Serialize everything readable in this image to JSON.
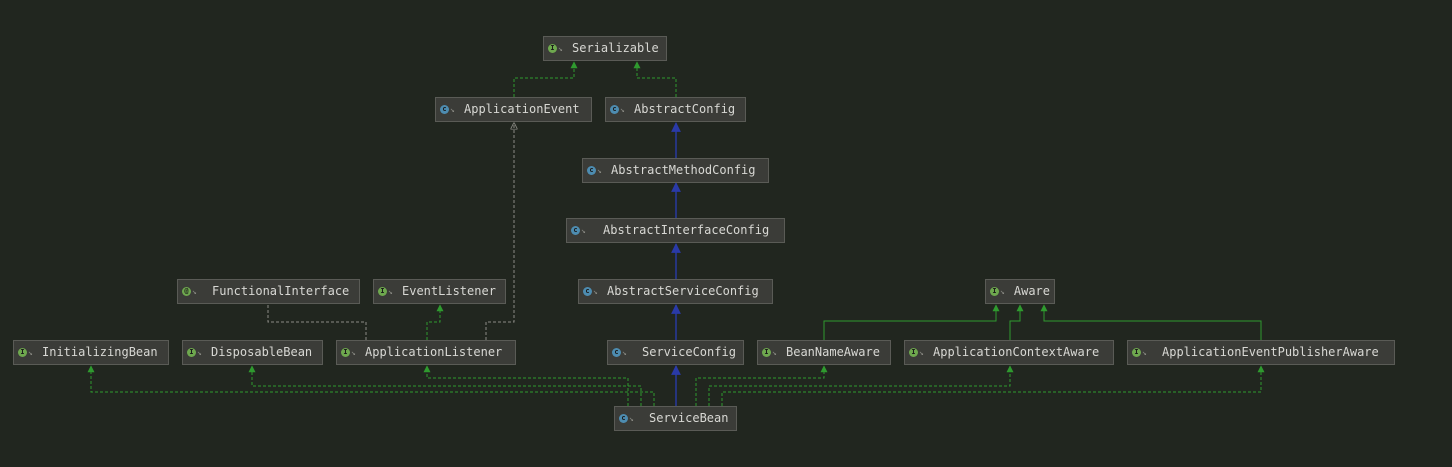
{
  "nodes": {
    "serializable": {
      "label": "Serializable",
      "kind": "interface"
    },
    "application_event": {
      "label": "ApplicationEvent",
      "kind": "class"
    },
    "abstract_config": {
      "label": "AbstractConfig",
      "kind": "class"
    },
    "abstract_method": {
      "label": "AbstractMethodConfig",
      "kind": "class"
    },
    "abstract_interface": {
      "label": "AbstractInterfaceConfig",
      "kind": "class"
    },
    "abstract_service": {
      "label": "AbstractServiceConfig",
      "kind": "class"
    },
    "functional_iface": {
      "label": "FunctionalInterface",
      "kind": "annotation"
    },
    "event_listener": {
      "label": "EventListener",
      "kind": "interface"
    },
    "aware": {
      "label": "Aware",
      "kind": "interface"
    },
    "initializing_bean": {
      "label": "InitializingBean",
      "kind": "interface"
    },
    "disposable_bean": {
      "label": "DisposableBean",
      "kind": "interface"
    },
    "application_listener": {
      "label": "ApplicationListener",
      "kind": "interface"
    },
    "service_config": {
      "label": "ServiceConfig",
      "kind": "class"
    },
    "bean_name_aware": {
      "label": "BeanNameAware",
      "kind": "interface"
    },
    "app_context_aware": {
      "label": "ApplicationContextAware",
      "kind": "interface"
    },
    "app_event_pub_aware": {
      "label": "ApplicationEventPublisherAware",
      "kind": "interface"
    },
    "service_bean": {
      "label": "ServiceBean",
      "kind": "class"
    }
  },
  "icons": {
    "interface": "I",
    "annotation": "@",
    "class": "c"
  },
  "colors": {
    "background": "#21261f",
    "implements": "#2f9a2f",
    "extends": "#1f2f9a",
    "annotated": "#8a8a84"
  }
}
